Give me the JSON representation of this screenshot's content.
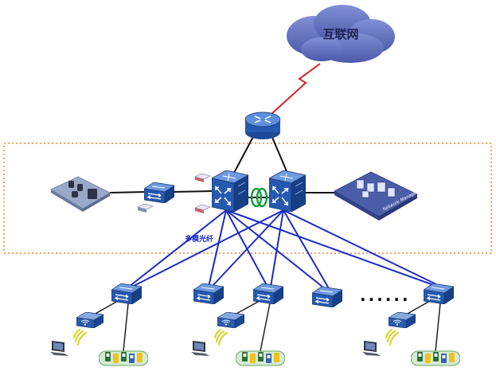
{
  "diagram": {
    "internet_label": "互联网",
    "fiber_label": "多模光纤",
    "nms_label": "Network Management",
    "more_indicator": "......"
  },
  "colors": {
    "cloud": "#5d6bb8",
    "wan_link": "#d8202a",
    "fiber_link": "#1a2ac8",
    "boundary": "#e8862a",
    "stack_link": "#1aa040"
  },
  "icons": {
    "internet": "cloud-icon",
    "router": "router-icon",
    "core_switch": "layer3-switch-icon",
    "access_switch": "switch-icon",
    "access_point": "wireless-ap-icon",
    "client": "laptop-icon",
    "terminal_group": "terminal-board-icon"
  }
}
